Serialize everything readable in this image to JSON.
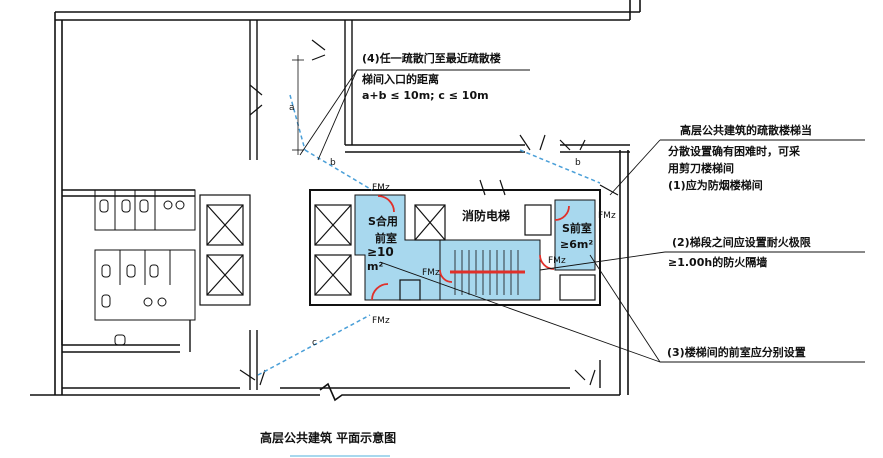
{
  "title": "高层公共建筑 平面示意图",
  "annotations": {
    "rule4": {
      "line1": "(4)任一疏散门至最近疏散楼",
      "line2": "梯间入口的距离",
      "line3": "a+b ≤ 10m;  c ≤ 10m"
    },
    "scissor": {
      "line1": "高层公共建筑的疏散楼梯当",
      "line2": "分散设置确有困难时，可采",
      "line3": "用剪刀楼梯间",
      "line4": "(1)应为防烟楼梯间"
    },
    "rule2": {
      "line1": "(2)梯段之间应设置耐火极限",
      "line2": "≥1.00h的防火隔墙"
    },
    "rule3": "(3)楼梯间的前室应分别设置"
  },
  "labels": {
    "fire_elevator": "消防电梯",
    "anteroom_left_1": "S合用",
    "anteroom_left_2": "前室",
    "anteroom_left_3": "≥10",
    "anteroom_left_4": "m²",
    "anteroom_right_1": "S前室",
    "anteroom_right_2": "≥6m²",
    "fmz": "FMz",
    "dim_a": "a",
    "dim_b": "b",
    "dim_c": "c"
  },
  "colors": {
    "stair_blue": "#a8d8ee",
    "door_red": "#e0302a",
    "path_dashed": "#4a9fd8",
    "wall": "#111111"
  }
}
